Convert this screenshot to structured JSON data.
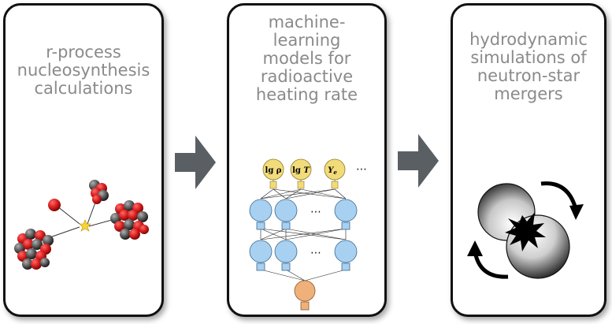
{
  "panels": {
    "nucleosynthesis": {
      "title": "r-process\nnucleosynthesis\ncalculations"
    },
    "ml": {
      "title": "machine-\nlearning\nmodels for\nradioactive\nheating rate",
      "inputs": [
        "lg ρ",
        "lg T",
        "Y_e"
      ],
      "ellipsis": "⋯"
    },
    "hydro": {
      "title": "hydrodynamic\nsimulations of\nneutron-star\nmergers"
    }
  },
  "icons": {
    "arrow_left": "right-arrow-icon",
    "arrow_right": "right-arrow-icon",
    "nuclei": "atomic-nuclei-icon",
    "network": "neural-network-icon",
    "merger": "neutron-star-merger-icon"
  },
  "colors": {
    "arrow": "#5a5f64",
    "title_text": "#8a8a8a",
    "input_node": "#f2dc7a",
    "hidden_node": "#a8d0f0",
    "output_node": "#f0b07a",
    "proton": "#d41a1a",
    "neutron": "#555555"
  }
}
